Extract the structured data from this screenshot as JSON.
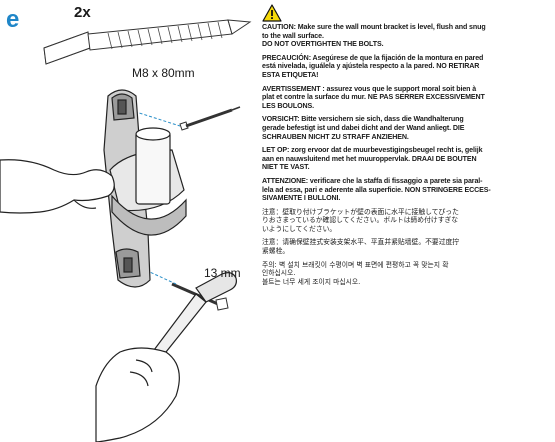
{
  "step": {
    "letter": "e",
    "quantity": "2x"
  },
  "labels": {
    "bolt": "M8 x 80mm",
    "wrench": "13 mm"
  },
  "warning_icon": "warning-triangle-icon",
  "colors": {
    "step_accent": "#1f86c8",
    "warning_yellow": "#f5d90a"
  },
  "instructions": [
    {
      "lang": "en",
      "lines": [
        "CAUTION: Make sure the wall mount bracket is level, flush and snug",
        "to the wall surface.",
        "DO NOT OVERTIGHTEN THE BOLTS."
      ]
    },
    {
      "lang": "es",
      "lines": [
        "PRECAUCIÓN: Asegúrese de que la fijación de la montura en pared",
        "está nivelada, iguálela y ajústela respecto a la pared. NO RETIRAR",
        "ESTA ETIQUETA!"
      ]
    },
    {
      "lang": "fr",
      "lines": [
        "AVERTISSEMENT : assurez vous que le support moral soit bien à",
        "plat et contre la surface du mur. NE PAS SERRER EXCESSIVEMENT",
        "LES BOULONS."
      ]
    },
    {
      "lang": "de",
      "lines": [
        "VORSICHT: Bitte versichern sie sich, dass die Wandhalterung",
        "gerade befestigt ist und dabei dicht and der Wand anliegt. DIE",
        "SCHRAUBEN NICHT ZU STRAFF ANZIEHEN."
      ]
    },
    {
      "lang": "nl",
      "lines": [
        "LET OP: zorg ervoor dat de muurbevestigingsbeugel recht is, gelijk",
        "aan en nauwsluitend met het muuroppervlak. DRAAI DE BOUTEN",
        "NIET TE VAST."
      ]
    },
    {
      "lang": "it",
      "lines": [
        "ATTENZIONE: verificare che la staffa di fissaggio a parete sia paral-",
        "lela ad essa, pari e aderente alla superficie. NON STRINGERE ECCES-",
        "SIVAMENTE I BULLONI."
      ]
    },
    {
      "lang": "ja",
      "lines": [
        "注意：壁取り付けブラケットが壁の表面に水平に接触してぴった",
        "りおさまっているか確認してください。ボルトは締め付けすぎな",
        "いようにしてください。"
      ]
    },
    {
      "lang": "zh",
      "lines": [
        "注意：请确保壁挂式安装支架水平、平直并紧贴墙壁。不要过度拧",
        "紧螺栓。"
      ]
    },
    {
      "lang": "ko",
      "lines": [
        "주의: 벽 설치 브래킷이 수평이며 벽 표면에 편평하고 꼭 맞는지 확",
        "인하십시오.",
        "볼트는 너무 세게 조이지 마십시오."
      ]
    }
  ]
}
